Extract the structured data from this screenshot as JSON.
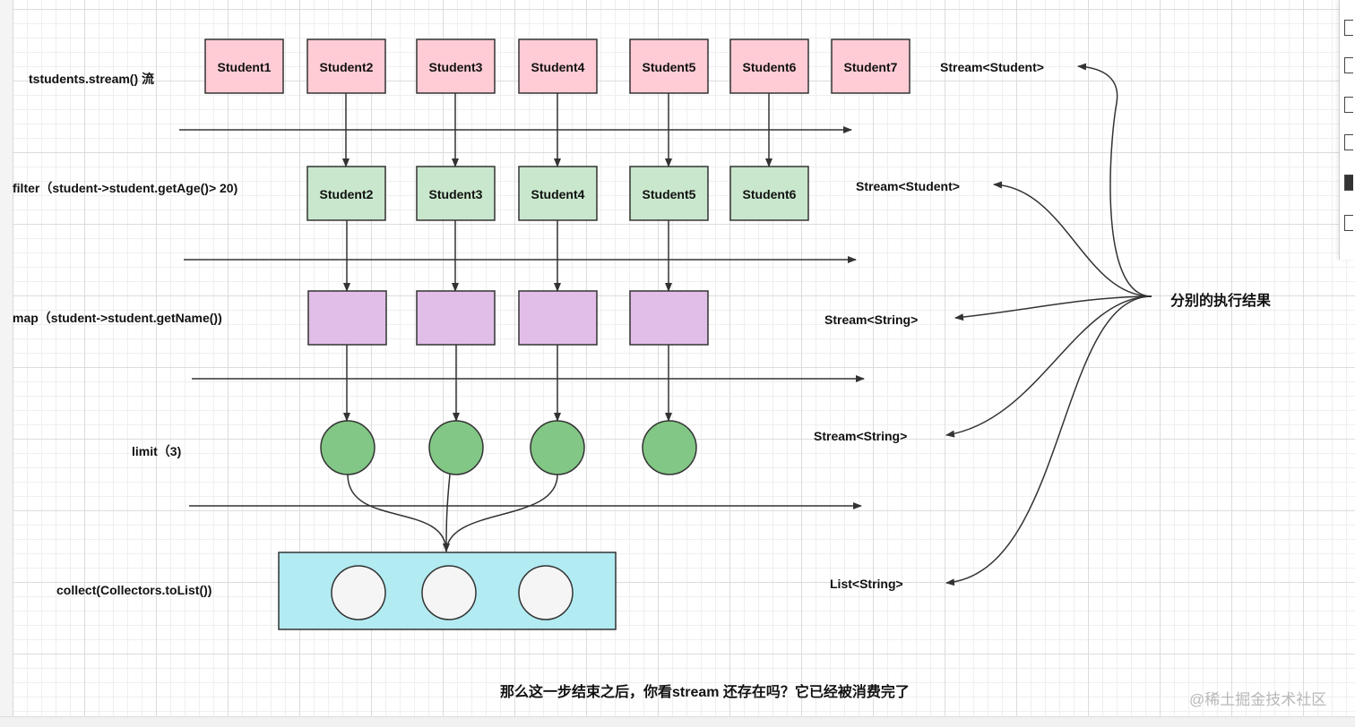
{
  "stages": [
    {
      "label": "tstudents.stream() 流",
      "result": "Stream<Student>",
      "boxes": [
        "Student1",
        "Student2",
        "Student3",
        "Student4",
        "Student5",
        "Student6",
        "Student7"
      ]
    },
    {
      "label": "filter（student->student.getAge()> 20)",
      "result": "Stream<Student>",
      "boxes": [
        "Student2",
        "Student3",
        "Student4",
        "Student5",
        "Student6"
      ]
    },
    {
      "label": "map（student->student.getName())",
      "result": "Stream<String>"
    },
    {
      "label": "limit（3)",
      "result": "Stream<String>"
    },
    {
      "label": "collect(Collectors.toList())",
      "result": "List<String>"
    }
  ],
  "results_caption": "分别的执行结果",
  "footer_text": "那么这一步结束之后，你看stream 还存在吗？它已经被消费完了",
  "watermark": "@稀土掘金技术社区",
  "colors": {
    "stream_fill": "#ffccd5",
    "filter_fill": "#c9e7cc",
    "map_fill": "#e1bee7",
    "limit_fill": "#82c785",
    "collect_fill": "#b2ebf2",
    "result_circle_fill": "#f5f5f5",
    "line": "#333333"
  }
}
